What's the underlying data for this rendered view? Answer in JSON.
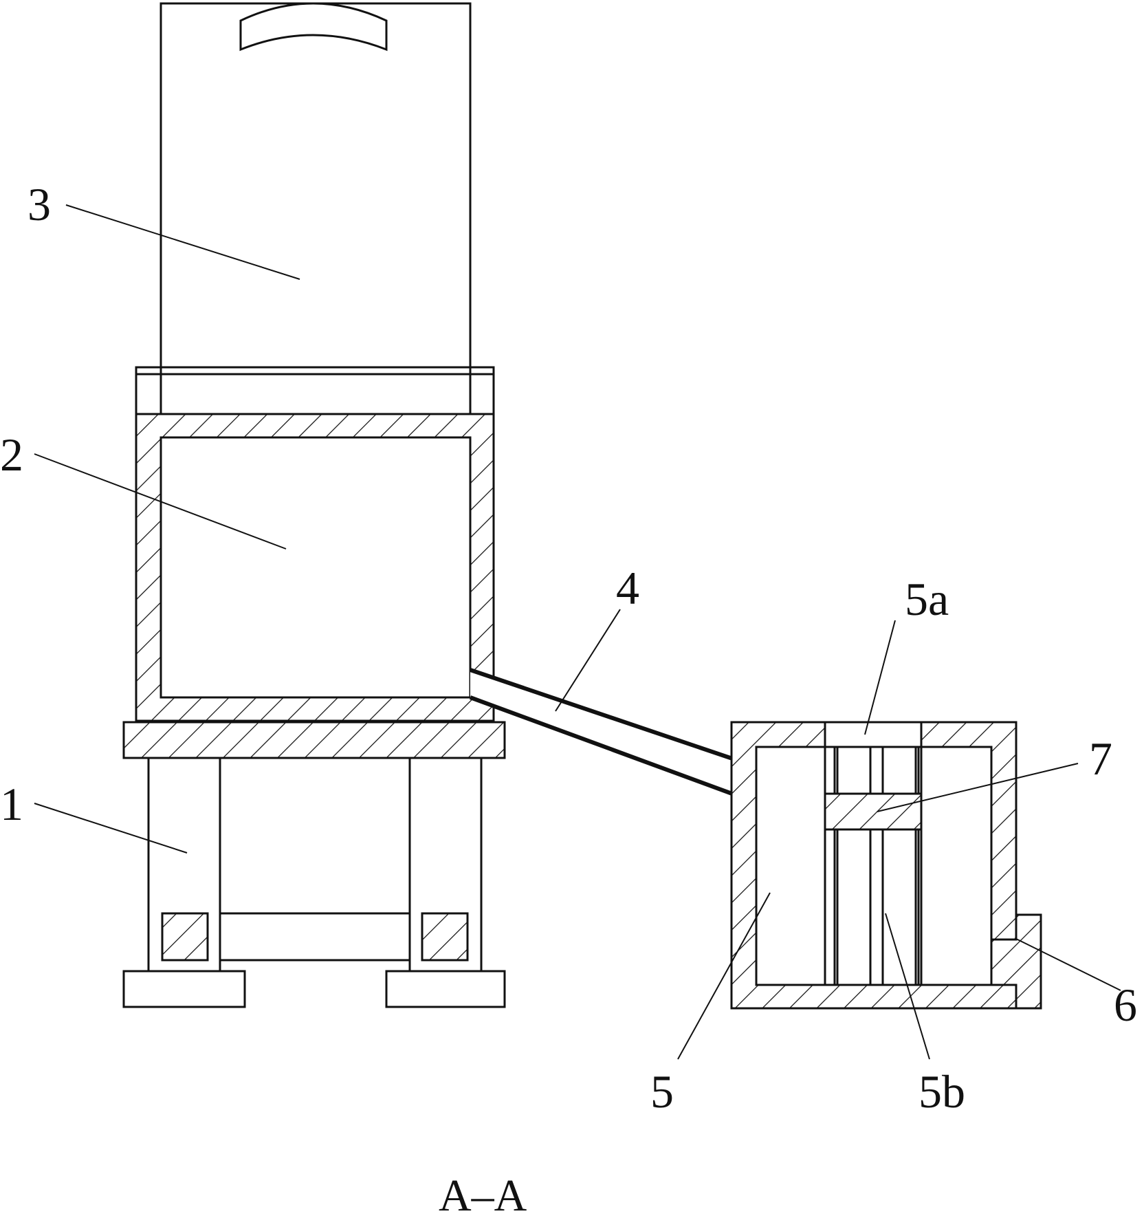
{
  "figure": {
    "labels": {
      "part_1": "1",
      "part_2": "2",
      "part_3": "3",
      "part_4": "4",
      "part_5": "5",
      "part_5a": "5a",
      "part_5b": "5b",
      "part_6": "6",
      "part_7": "7"
    },
    "section_caption": "A–A"
  }
}
